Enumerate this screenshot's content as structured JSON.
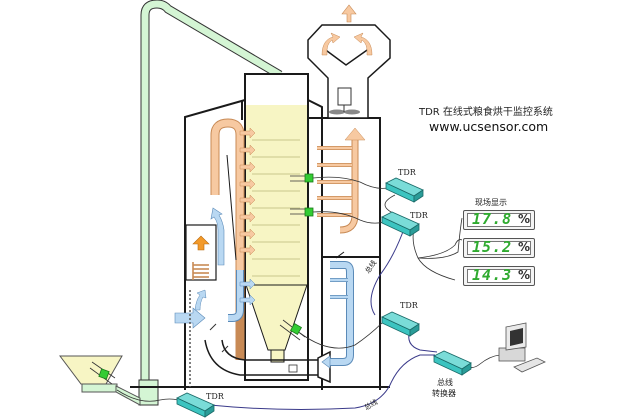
{
  "header": {
    "title_cn": "TDR 在线式粮食烘干监控系统",
    "website": "www.ucsensor.com"
  },
  "sensors": {
    "tdr_label": "TDR",
    "units": [
      {
        "id": "tdr-upper-1",
        "label": "TDR"
      },
      {
        "id": "tdr-upper-2",
        "label": "TDR"
      },
      {
        "id": "tdr-lower",
        "label": "TDR"
      },
      {
        "id": "tdr-inlet",
        "label": "TDR"
      }
    ]
  },
  "field_display": {
    "title": "现场显示",
    "readings": [
      {
        "value": "17.8",
        "unit": "%"
      },
      {
        "value": "15.2",
        "unit": "%"
      },
      {
        "value": "14.3",
        "unit": "%"
      }
    ]
  },
  "bus": {
    "bus_label": "总线",
    "converter_line1": "总线",
    "converter_line2": "转换器"
  },
  "colors": {
    "grain": "#f7f5c4",
    "pipe": "#d4f5d4",
    "hot_air": "#f7c9a1",
    "cool_air": "#b9d8f2",
    "sensor_box": "#3cc4c0",
    "sensor_node": "#33cc33",
    "up_arrow": "#f39a2a",
    "line": "#1a1a1a"
  }
}
